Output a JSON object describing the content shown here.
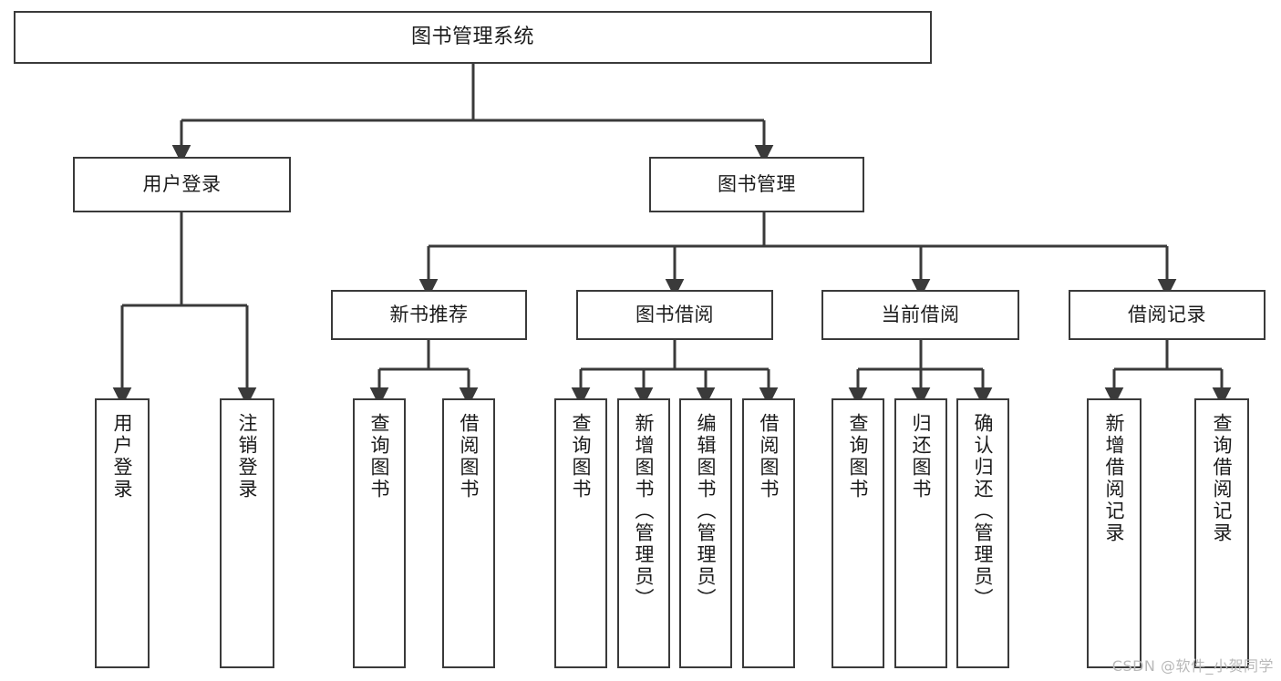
{
  "diagram": {
    "title": "图书管理系统",
    "watermark": "CSDN @软件_小贺同学",
    "colors": {
      "background": "#ffffff",
      "box_border": "#3a3a3a",
      "box_fill": "#ffffff",
      "connector": "#3a3a3a",
      "text": "#1b1b1b",
      "watermark": "#b9b9b9"
    },
    "root": {
      "label": "图书管理系统"
    },
    "level1": [
      {
        "label": "用户登录"
      },
      {
        "label": "图书管理"
      }
    ],
    "level2": [
      {
        "label": "新书推荐"
      },
      {
        "label": "图书借阅"
      },
      {
        "label": "当前借阅"
      },
      {
        "label": "借阅记录"
      }
    ],
    "leaves": {
      "user_login": [
        {
          "label": "用户登录"
        },
        {
          "label": "注销登录"
        }
      ],
      "new_book": [
        {
          "label": "查询图书"
        },
        {
          "label": "借阅图书"
        }
      ],
      "book_borrow": [
        {
          "label": "查询图书"
        },
        {
          "label": "新增图书（管理员）"
        },
        {
          "label": "编辑图书（管理员）"
        },
        {
          "label": "借阅图书"
        }
      ],
      "current_borrow": [
        {
          "label": "查询图书"
        },
        {
          "label": "归还图书"
        },
        {
          "label": "确认归还（管理员）"
        }
      ],
      "borrow_record": [
        {
          "label": "新增借阅记录"
        },
        {
          "label": "查询借阅记录"
        }
      ]
    }
  }
}
